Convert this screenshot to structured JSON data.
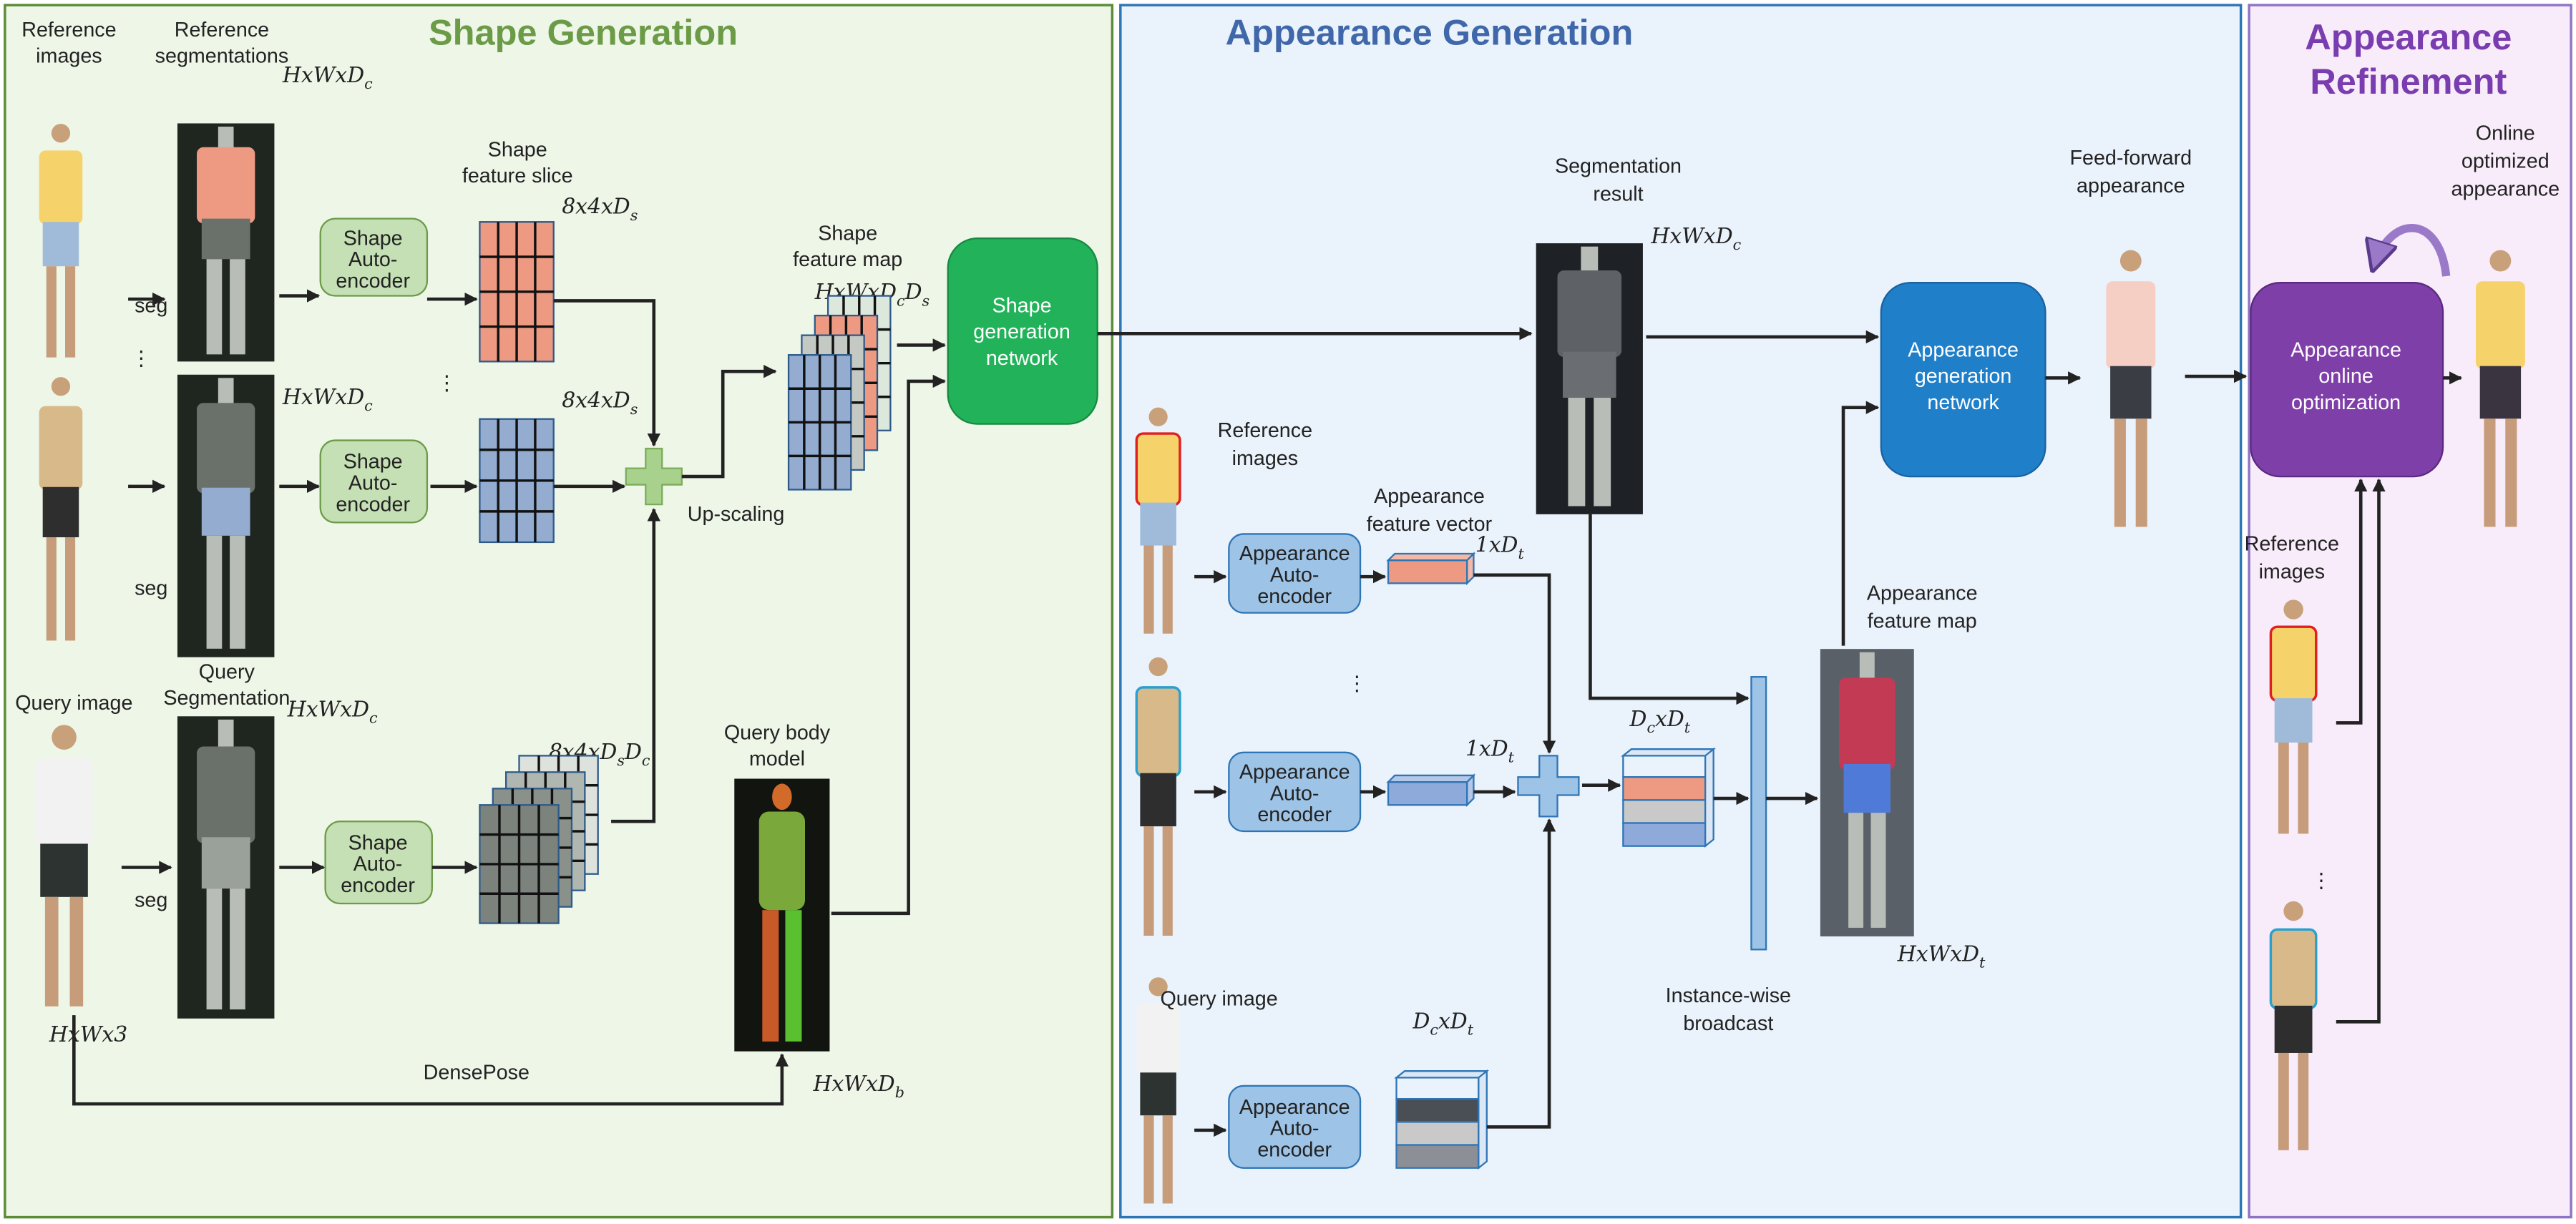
{
  "colors": {
    "shape_panel_bg": "#eef6e8",
    "shape_panel_border": "#5b8c36",
    "shape_title": "#6c9b47",
    "appearance_panel_bg": "#eaf2fb",
    "appearance_panel_border": "#2e75b6",
    "appearance_title": "#3f67a9",
    "refinement_panel_bg": "#f8ecfa",
    "refinement_panel_border": "#8f74c4",
    "refinement_title": "#7a3db0",
    "shape_autoencoder": "#c5e0b4",
    "shape_network": "#22b35a",
    "appearance_autoencoder": "#9dc3e6",
    "appearance_network": "#1f7fc8",
    "refinement_box": "#7f3fa8",
    "feature_red": "#ee9a82",
    "feature_blue": "#93acd0"
  },
  "shape_generation": {
    "title": "Shape Generation",
    "ref_images_label": [
      "Reference",
      "images"
    ],
    "ref_segmentations_label": [
      "Reference",
      "segmentations"
    ],
    "seg_label": "seg",
    "dim_hwdc": {
      "main": "HxWxD",
      "sub": "c"
    },
    "feature_slice_label": [
      "Shape",
      "feature slice"
    ],
    "dim_84ds": {
      "main": "8x4xD",
      "sub": "s"
    },
    "feature_map_label": [
      "Shape",
      "feature map"
    ],
    "dim_hwdcds": {
      "main": "HxWxD",
      "sub": "c",
      "main2": "D",
      "sub2": "s"
    },
    "autoencoder_label": [
      "Shape",
      "Auto-",
      "encoder"
    ],
    "network_label": [
      "Shape",
      "generation",
      "network"
    ],
    "upscaling_label": "Up-scaling",
    "query_image_label": "Query image",
    "query_segmentation_label": [
      "Query",
      "Segmentation"
    ],
    "dim_84dsdc": {
      "main": "8x4xD",
      "sub": "s",
      "main2": "D",
      "sub2": "c"
    },
    "query_body_model_label": [
      "Query body",
      "model"
    ],
    "dim_hw3": "HxWx3",
    "densepose_label": "DensePose",
    "dim_hwdb": {
      "main": "HxWxD",
      "sub": "b"
    },
    "ellipsis": "⋮"
  },
  "appearance_generation": {
    "title": "Appearance Generation",
    "segmentation_result_label": [
      "Segmentation",
      "result"
    ],
    "dim_hwdc": {
      "main": "HxWxD",
      "sub": "c"
    },
    "network_label": [
      "Appearance",
      "generation",
      "network"
    ],
    "feed_forward_label": [
      "Feed-forward",
      "appearance"
    ],
    "ref_images_label": [
      "Reference",
      "images"
    ],
    "autoencoder_label": [
      "Appearance",
      "Auto-",
      "encoder"
    ],
    "feature_vector_label": [
      "Appearance",
      "feature vector"
    ],
    "dim_1dt": {
      "main": "1xD",
      "sub": "t"
    },
    "dim_dcdt": {
      "main": "D",
      "sub": "c",
      "main2": "xD",
      "sub2": "t"
    },
    "broadcast_label": [
      "Instance-wise",
      "broadcast"
    ],
    "feature_map_label": [
      "Appearance",
      "feature map"
    ],
    "dim_hwdt": {
      "main": "HxWxD",
      "sub": "t"
    },
    "query_image_label": "Query image",
    "ellipsis": "⋮"
  },
  "appearance_refinement": {
    "title": [
      "Appearance",
      "Refinement"
    ],
    "output_label": [
      "Online",
      "optimized",
      "appearance"
    ],
    "box_label": [
      "Appearance",
      "online",
      "optimization"
    ],
    "ref_images_label": [
      "Reference",
      "images"
    ],
    "ellipsis": "⋮"
  }
}
